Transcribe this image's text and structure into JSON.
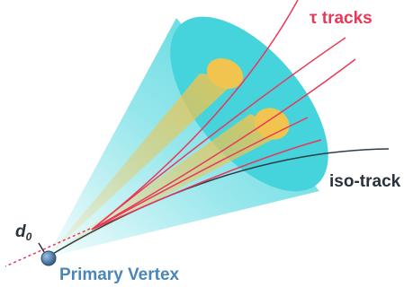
{
  "labels": {
    "tau_tracks": "τ tracks",
    "iso_track": "iso-track",
    "d0_base": "d",
    "d0_sub": "0",
    "primary_vertex": "Primary Vertex"
  },
  "colors": {
    "cone_cyan": "#45d4dc",
    "cone_yellow": "#f0c44e",
    "tau_track_red": "#e8385a",
    "iso_track_dark": "#2f3b46",
    "vertex_blue": "#3d6e9e",
    "label_blue": "#4a86b8",
    "label_dark": "#2a323c"
  }
}
